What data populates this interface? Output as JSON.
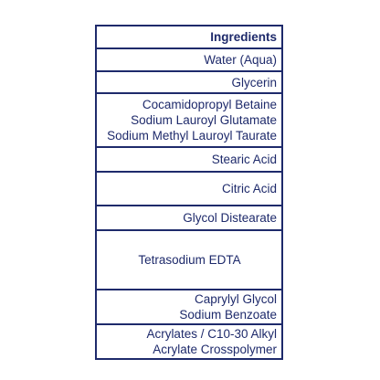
{
  "table": {
    "header": "Ingredients",
    "rows": [
      {
        "lines": [
          "Water (Aqua)"
        ]
      },
      {
        "lines": [
          "Glycerin"
        ]
      },
      {
        "lines": [
          "Cocamidopropyl Betaine",
          "Sodium Lauroyl Glutamate",
          "Sodium Methyl Lauroyl Taurate"
        ]
      },
      {
        "lines": [
          "Stearic Acid"
        ]
      },
      {
        "lines": [
          "Citric Acid"
        ]
      },
      {
        "lines": [
          "Glycol Distearate"
        ]
      },
      {
        "lines": [
          "Tetrasodium EDTA"
        ]
      },
      {
        "lines": [
          "Caprylyl Glycol",
          "Sodium Benzoate"
        ]
      },
      {
        "lines": [
          "Acrylates / C10-30 Alkyl",
          "Acrylate Crosspolymer"
        ]
      }
    ]
  },
  "colors": {
    "text": "#1e2a6b",
    "border": "#1e2a6b",
    "background": "#ffffff"
  }
}
